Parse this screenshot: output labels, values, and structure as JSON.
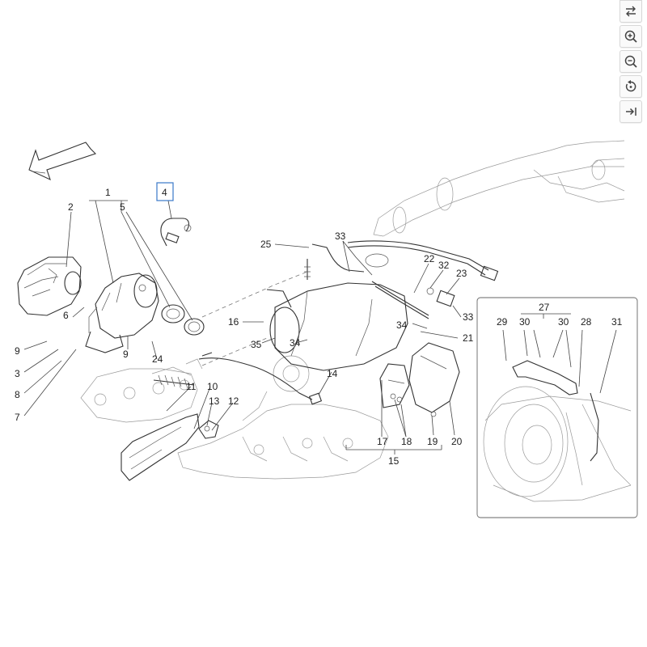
{
  "toolbar": {
    "buttons": [
      {
        "icon": "swap-arrows-icon",
        "action": "swap"
      },
      {
        "icon": "zoom-in-icon",
        "action": "zoom-in"
      },
      {
        "icon": "zoom-out-icon",
        "action": "zoom-out"
      },
      {
        "icon": "rotate-reset-icon",
        "action": "reset"
      },
      {
        "icon": "collapse-right-icon",
        "action": "collapse"
      }
    ]
  },
  "diagram": {
    "callouts": [
      "1",
      "2",
      "3",
      "4",
      "5",
      "6",
      "7",
      "8",
      "9",
      "9",
      "10",
      "11",
      "12",
      "13",
      "14",
      "15",
      "16",
      "17",
      "18",
      "19",
      "20",
      "21",
      "22",
      "23",
      "24",
      "25",
      "33",
      "32",
      "33",
      "34",
      "34",
      "35",
      "27",
      "29",
      "30",
      "30",
      "28",
      "31"
    ],
    "highlighted_callout": "4",
    "highlight_color": "#3a78c9"
  }
}
